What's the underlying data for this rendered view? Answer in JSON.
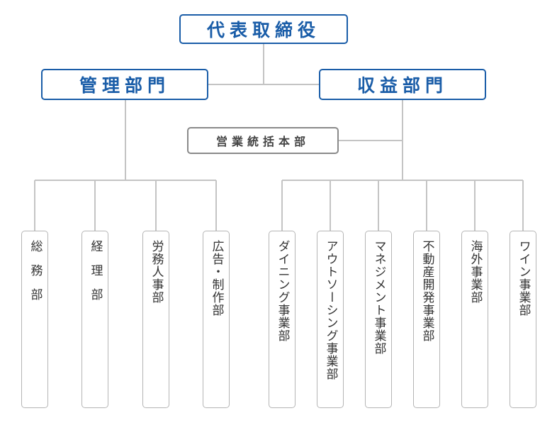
{
  "chart_data": {
    "type": "diagram",
    "nodes": [
      {
        "id": "ceo",
        "label": "代表取締役"
      },
      {
        "id": "admin",
        "label": "管理部門"
      },
      {
        "id": "revenue",
        "label": "収益部門"
      },
      {
        "id": "sales_hq",
        "label": "営業統括本部"
      },
      {
        "id": "general_affairs",
        "label": "総務部"
      },
      {
        "id": "accounting",
        "label": "経理部"
      },
      {
        "id": "labor",
        "label": "労務人事部"
      },
      {
        "id": "ad_production",
        "label": "広告・制作部"
      },
      {
        "id": "dining",
        "label": "ダイニング事業部"
      },
      {
        "id": "outsourcing",
        "label": "アウトソーシング事業部"
      },
      {
        "id": "management",
        "label": "マネジメント事業部"
      },
      {
        "id": "real_estate",
        "label": "不動産開発事業部"
      },
      {
        "id": "overseas",
        "label": "海外事業部"
      },
      {
        "id": "wine",
        "label": "ワイン事業部"
      }
    ],
    "edges": [
      [
        "ceo",
        "admin"
      ],
      [
        "ceo",
        "revenue"
      ],
      [
        "revenue",
        "sales_hq"
      ],
      [
        "admin",
        "general_affairs"
      ],
      [
        "admin",
        "accounting"
      ],
      [
        "admin",
        "labor"
      ],
      [
        "admin",
        "ad_production"
      ],
      [
        "revenue",
        "dining"
      ],
      [
        "revenue",
        "outsourcing"
      ],
      [
        "revenue",
        "management"
      ],
      [
        "revenue",
        "real_estate"
      ],
      [
        "revenue",
        "overseas"
      ],
      [
        "revenue",
        "wine"
      ]
    ]
  },
  "colors": {
    "accent": "#1a5da8",
    "mid_border": "#8a8a8a",
    "dept_border": "#b5b5b5",
    "connector": "#c4c4c4"
  }
}
